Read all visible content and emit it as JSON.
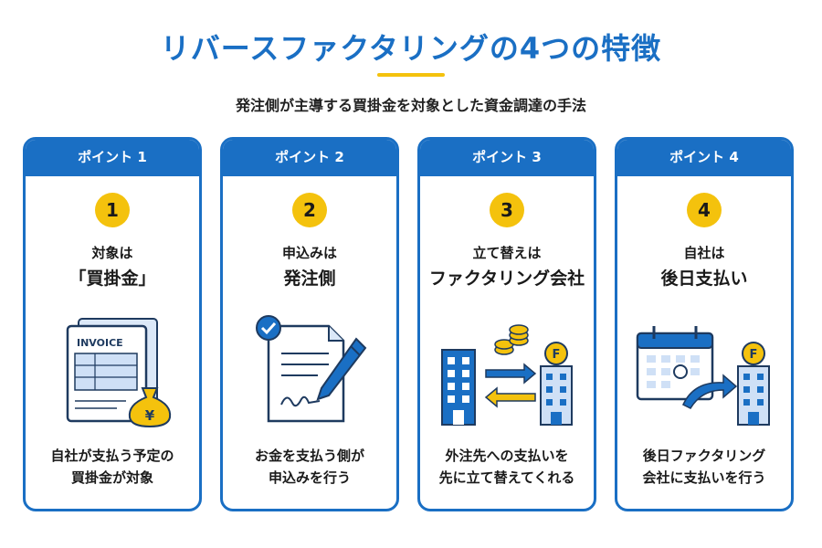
{
  "title": "リバースファクタリングの4つの特徴",
  "subtitle": "発注側が主導する買掛金を対象とした資金調達の手法",
  "colors": {
    "primary": "#1a6fc4",
    "accent": "#f4c20d"
  },
  "points": [
    {
      "label": "ポイント 1",
      "number": "1",
      "heading_line1": "対象は",
      "heading_line2": "「買掛金」",
      "desc_line1": "自社が支払う予定の",
      "desc_line2": "買掛金が対象",
      "illustration": {
        "invoice_text": "INVOICE",
        "currency_symbol": "¥"
      }
    },
    {
      "label": "ポイント 2",
      "number": "2",
      "heading_line1": "申込みは",
      "heading_line2": "発注側",
      "desc_line1": "お金を支払う側が",
      "desc_line2": "申込みを行う",
      "illustration": {
        "icon": "signed-document-icon"
      }
    },
    {
      "label": "ポイント 3",
      "number": "3",
      "heading_line1": "立て替えは",
      "heading_line2": "ファクタリング会社",
      "desc_line1": "外注先への支払いを",
      "desc_line2": "先に立て替えてくれる",
      "illustration": {
        "building_letter": "F"
      }
    },
    {
      "label": "ポイント 4",
      "number": "4",
      "heading_line1": "自社は",
      "heading_line2": "後日支払い",
      "desc_line1": "後日ファクタリング",
      "desc_line2": "会社に支払いを行う",
      "illustration": {
        "building_letter": "F"
      }
    }
  ]
}
